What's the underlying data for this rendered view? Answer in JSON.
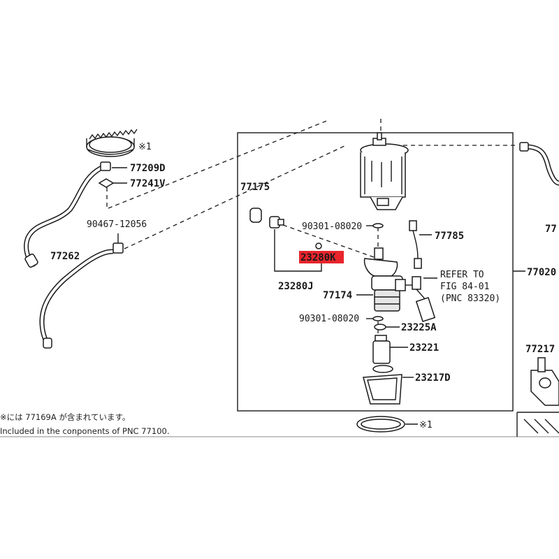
{
  "labels": {
    "p77209d": "77209D",
    "p77241v": "77241V",
    "p90467": "90467-12056",
    "p77262": "77262",
    "p77175": "77175",
    "p90301a": "90301-08020",
    "p77785": "77785",
    "p23280k": "23280K",
    "p23280j": "23280J",
    "p77174": "77174",
    "refer1": "REFER TO",
    "refer2": "FIG 84-01",
    "refer3": "(PNC 83320)",
    "p77020": "77020",
    "p90301b": "90301-08020",
    "p23225a": "23225A",
    "p23221": "23221",
    "p23217d": "23217D",
    "p77217": "77217",
    "p77_edge": "77",
    "mark1_top": "※1",
    "mark1_bottom": "※1"
  },
  "notes": {
    "jp": "※には 77169A が含まれています。",
    "en": "Included in the conponents of PNC 77100."
  },
  "colors": {
    "highlight": "#e8242c"
  }
}
